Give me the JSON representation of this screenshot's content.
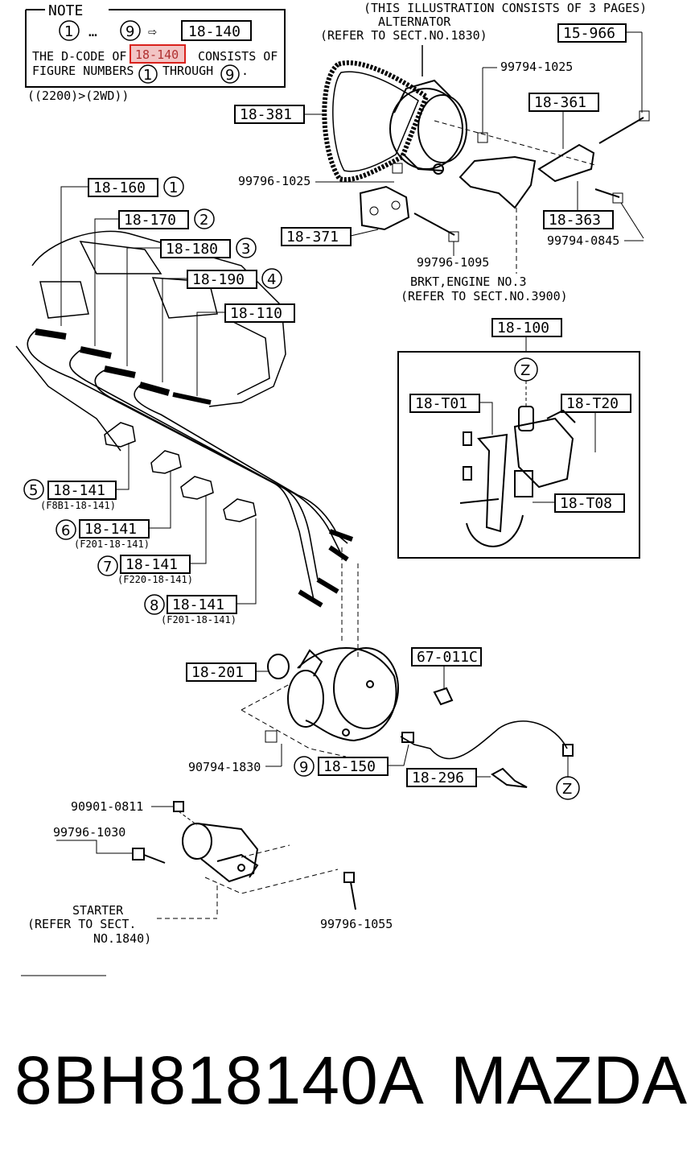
{
  "note": {
    "title": "NOTE",
    "seq_from": "1",
    "seq_dots": "…",
    "seq_to": "9",
    "arrow": "⇨",
    "code": "18-140",
    "line1_pre": "THE D-CODE OF",
    "line1_code": "18-140",
    "line1_post": "CONSISTS OF",
    "line2_pre": "FIGURE NUMBERS",
    "line2_num1": "1",
    "line2_mid": "THROUGH",
    "line2_num2": "9",
    "line2_end": ".",
    "condition": "((2200)>(2WD))"
  },
  "header": {
    "illustration_note": "(THIS ILLUSTRATION CONSISTS OF  3 PAGES)",
    "alternator": "ALTERNATOR",
    "alternator_ref": "(REFER TO SECT.NO.1830)"
  },
  "parts": {
    "p15966": "15-966",
    "p99794_1025": "99794-1025",
    "p18381": "18-381",
    "p18361": "18-361",
    "p99796_1025": "99796-1025",
    "p18363": "18-363",
    "p18371": "18-371",
    "p99794_0845": "99794-0845",
    "p99796_1095": "99796-1095",
    "bracket": "BRKT,ENGINE NO.3",
    "bracket_ref": "(REFER TO SECT.NO.3900)",
    "p18160": "18-160",
    "p18170": "18-170",
    "p18180": "18-180",
    "p18190": "18-190",
    "p18110": "18-110",
    "p18100": "18-100",
    "p18T01": "18-T01",
    "p18T20": "18-T20",
    "p18T08": "18-T08",
    "z": "Z",
    "c1": "1",
    "c2": "2",
    "c3": "3",
    "c4": "4",
    "c5": "5",
    "c6": "6",
    "c7": "7",
    "c8": "8",
    "c9": "9",
    "p18141": "18-141",
    "p18141_5_sub": "(F8B1-18-141)",
    "p18141_6_sub": "(F201-18-141)",
    "p18141_7_sub": "(F220-18-141)",
    "p18141_8_sub": "(F201-18-141)",
    "p67011C": "67-011C",
    "p18201": "18-201",
    "p90794_1830": "90794-1830",
    "p18150": "18-150",
    "p18296": "18-296",
    "p90901_0811": "90901-0811",
    "p99796_1030": "99796-1030",
    "starter": "STARTER",
    "starter_ref1": "(REFER TO SECT.",
    "starter_ref2": "NO.1840)",
    "p99796_1055": "99796-1055"
  },
  "footer": {
    "part_number": "8BH818140A",
    "brand": "MAZDA"
  },
  "colors": {
    "highlight": "#d9211c",
    "highlight_fill": "#f2c4c4",
    "ink": "#000000"
  }
}
